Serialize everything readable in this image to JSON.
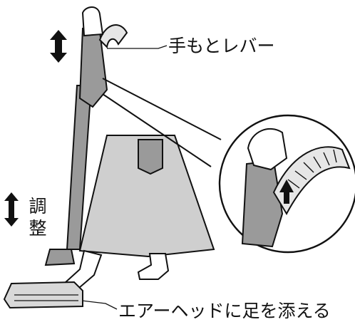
{
  "labels": {
    "hand_lever": "手もとレバー",
    "adjust": "調整",
    "air_head_note": "エアーヘッドに足を添える"
  },
  "icons": {
    "adjust_arrow": "double-vertical-arrow-icon",
    "lever_arrow": "up-arrow-icon"
  },
  "colors": {
    "stroke": "#111111",
    "skirt_fill": "#cfcfcf",
    "body_fill": "#9a9a9a",
    "light_fill": "#e6e6e6"
  }
}
